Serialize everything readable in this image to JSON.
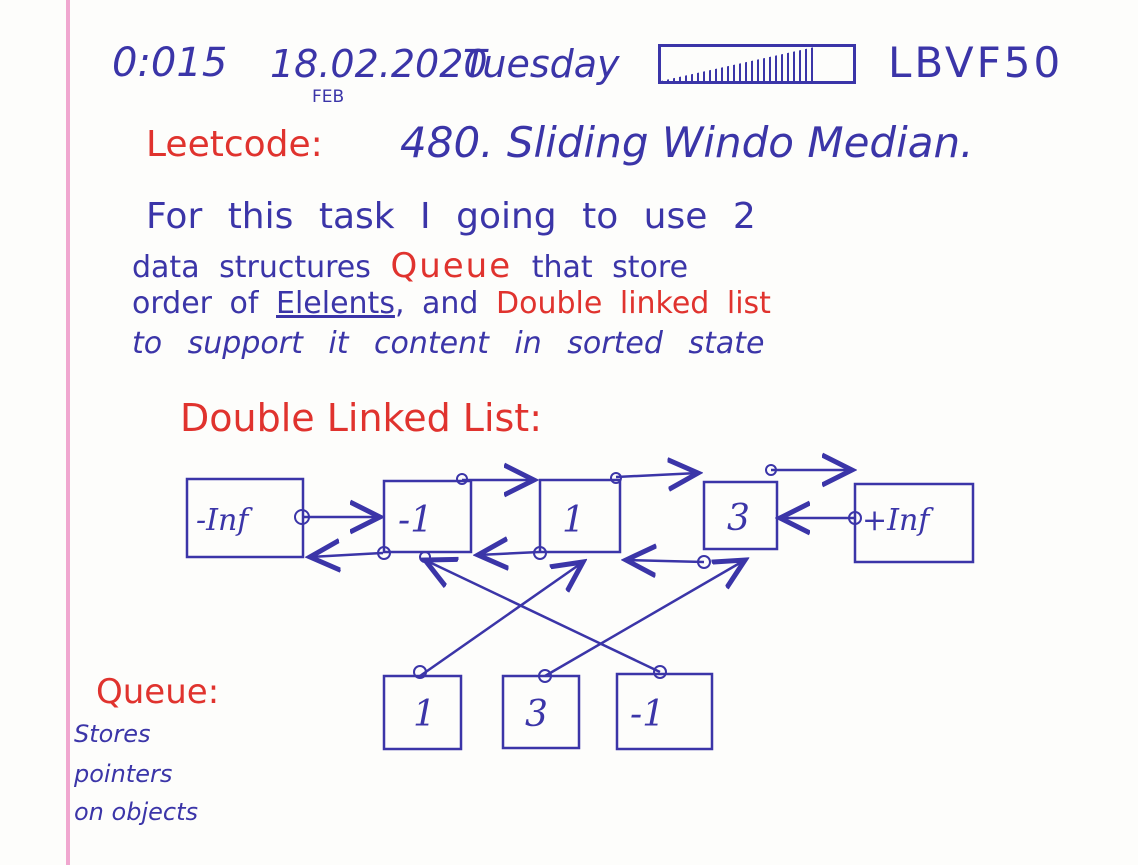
{
  "header": {
    "time": "0:015",
    "date": "18.02.2020",
    "weekday": "Tuesday",
    "month_note": "FEB",
    "progress": 0.8,
    "code": "LBVF50"
  },
  "title": {
    "prefix": "Leetcode:",
    "problem": "480. Sliding Windo Median."
  },
  "description": {
    "line1": "For this task I going to use 2",
    "line2_part1": "data structures",
    "line2_red": "Queue",
    "line2_part2": "that store",
    "line3_part1": "order of",
    "line3_underlined": "Elelents",
    "line3_part2": ", and",
    "line3_red": "Double linked list",
    "line4": "to support it content in sorted state"
  },
  "dll": {
    "heading": "Double Linked List:",
    "nodes": [
      "-Inf",
      "-1",
      "1",
      "3",
      "+Inf"
    ]
  },
  "queue": {
    "heading": "Queue:",
    "notes": [
      "Stores",
      "pointers",
      "on objects"
    ],
    "items": [
      "1",
      "3",
      "-1"
    ]
  },
  "colors": {
    "blue_ink": "#3b35a8",
    "red_ink": "#e0332e",
    "margin": "#f0a7cf"
  }
}
